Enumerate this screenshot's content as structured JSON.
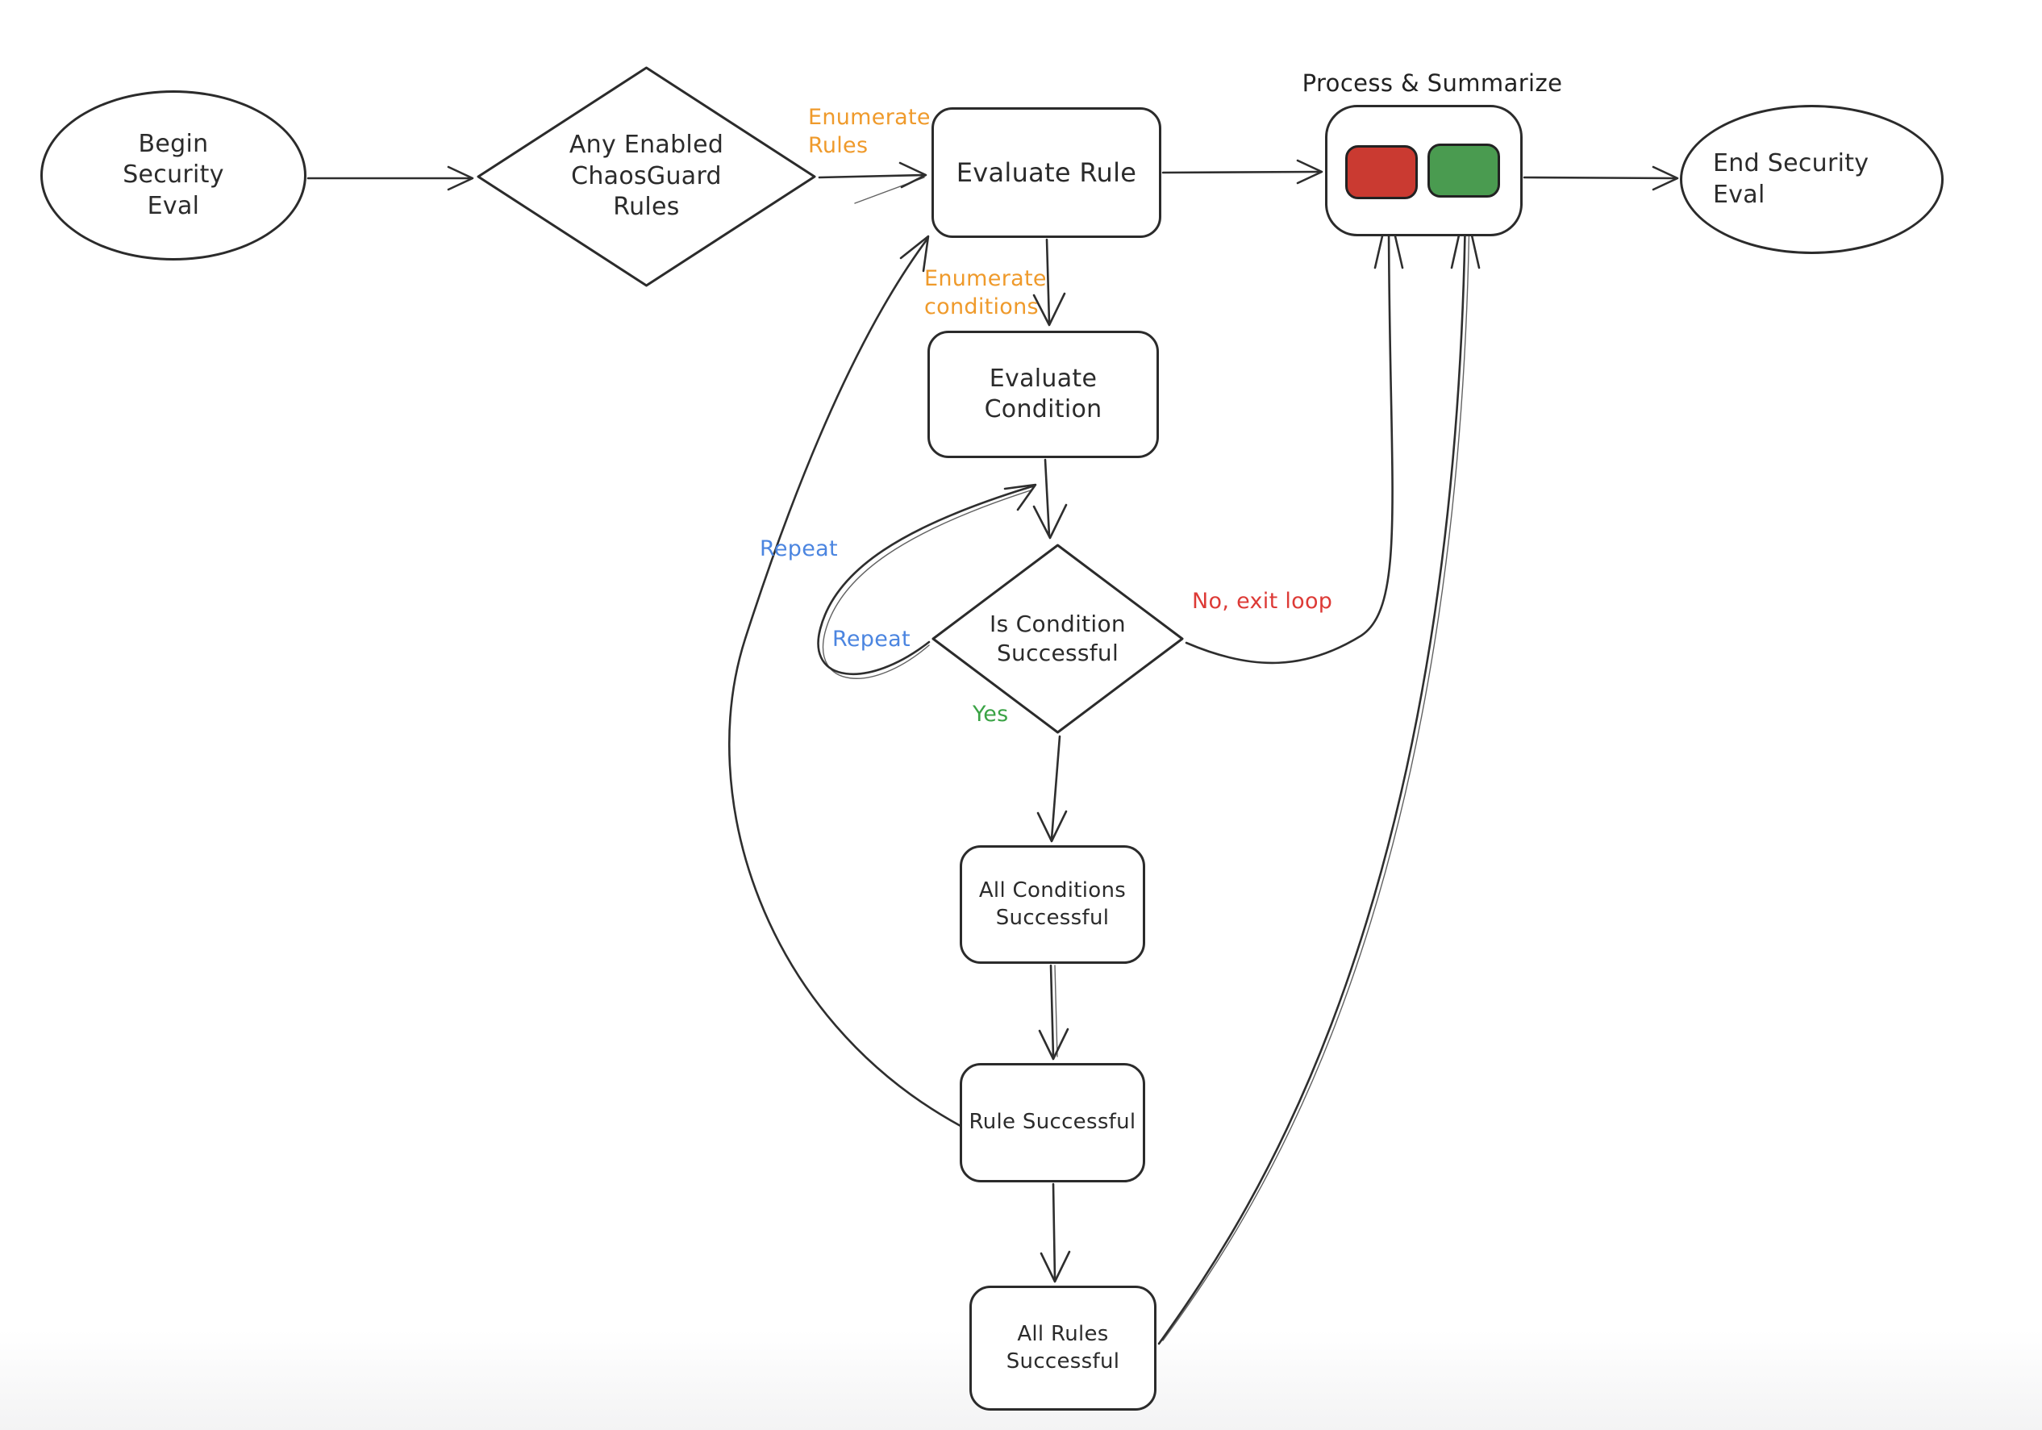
{
  "diagram": {
    "type": "flowchart",
    "style": "hand-drawn",
    "container_title": "Process & Summarize"
  },
  "nodes": {
    "begin": {
      "label": "Begin\nSecurity\nEval",
      "shape": "ellipse"
    },
    "any_enabled_rules": {
      "label": "Any Enabled\nChaosGuard\nRules",
      "shape": "diamond"
    },
    "evaluate_rule": {
      "label": "Evaluate Rule",
      "shape": "rounded-rect"
    },
    "process_summarize": {
      "label": "Process & Summarize",
      "shape": "rounded-rect-container",
      "chips": [
        "failed-red",
        "passed-green"
      ]
    },
    "end": {
      "label": "End Security\nEval",
      "shape": "ellipse"
    },
    "evaluate_condition": {
      "label": "Evaluate\nCondition",
      "shape": "rounded-rect"
    },
    "is_condition_successful": {
      "label": "Is Condition\nSuccessful",
      "shape": "diamond"
    },
    "all_conditions_successful": {
      "label": "All Conditions\nSuccessful",
      "shape": "rounded-rect"
    },
    "rule_successful": {
      "label": "Rule Successful",
      "shape": "rounded-rect"
    },
    "all_rules_successful": {
      "label": "All Rules\nSuccessful",
      "shape": "rounded-rect"
    }
  },
  "edge_labels": {
    "enumerate_rules": "Enumerate\nRules",
    "enumerate_conditions": "Enumerate\nconditions",
    "repeat_outer": "Repeat",
    "repeat_inner": "Repeat",
    "no_exit_loop": "No, exit loop",
    "yes": "Yes"
  },
  "colors": {
    "stroke": "#2b2b2b",
    "label_orange": "#ef9a2b",
    "label_blue": "#4b85e0",
    "label_red": "#dd3a36",
    "label_green": "#3aa345",
    "chip_red_fill": "#ca3a31",
    "chip_green_fill": "#4a9b50",
    "background": "#ffffff"
  }
}
